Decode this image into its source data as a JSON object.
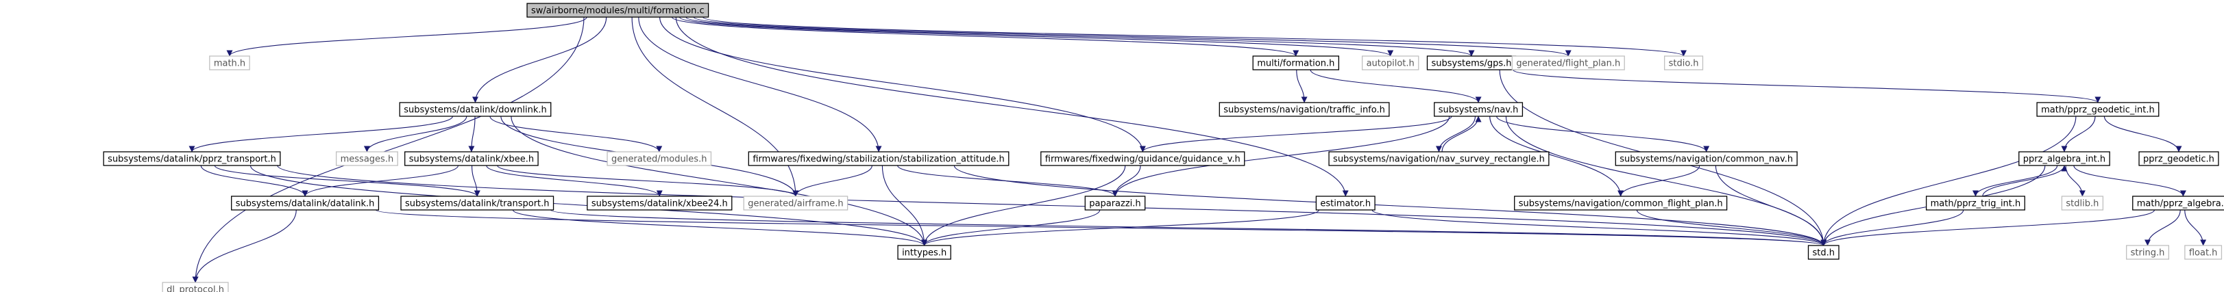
{
  "graph": {
    "root": "sw/airborne/modules/multi/formation.c",
    "colors": {
      "root_fill": "#bfbfbf",
      "node_fill": "#ffffff",
      "documented_border": "#000000",
      "undocumented_border": "#bfbfbf",
      "edge": "#191970",
      "text": "#000000",
      "undocumented_text": "#555555"
    },
    "nodes": [
      {
        "id": "root",
        "label": "sw/airborne/modules/multi/formation.c",
        "kind": "root"
      },
      {
        "id": "math_h",
        "label": "math.h",
        "kind": "undocumented"
      },
      {
        "id": "downlink_h",
        "label": "subsystems/datalink/downlink.h",
        "kind": "documented"
      },
      {
        "id": "dl_protocol_h",
        "label": "dl_protocol.h",
        "kind": "undocumented"
      },
      {
        "id": "stab_att_h",
        "label": "firmwares/fixedwing/stabilization/stabilization_attitude.h",
        "kind": "documented"
      },
      {
        "id": "guidance_v_h",
        "label": "firmwares/fixedwing/guidance/guidance_v.h",
        "kind": "documented"
      },
      {
        "id": "estimator_h",
        "label": "estimator.h",
        "kind": "documented"
      },
      {
        "id": "formation_h",
        "label": "multi/formation.h",
        "kind": "documented"
      },
      {
        "id": "autopilot_h",
        "label": "autopilot.h",
        "kind": "undocumented"
      },
      {
        "id": "gps_h",
        "label": "subsystems/gps.h",
        "kind": "documented"
      },
      {
        "id": "flight_plan_h",
        "label": "generated/flight_plan.h",
        "kind": "undocumented"
      },
      {
        "id": "stdio_h",
        "label": "stdio.h",
        "kind": "undocumented"
      },
      {
        "id": "pprz_transport_h",
        "label": "subsystems/datalink/pprz_transport.h",
        "kind": "documented"
      },
      {
        "id": "messages_h",
        "label": "messages.h",
        "kind": "undocumented"
      },
      {
        "id": "xbee_h",
        "label": "subsystems/datalink/xbee.h",
        "kind": "documented"
      },
      {
        "id": "modules_h",
        "label": "generated/modules.h",
        "kind": "undocumented"
      },
      {
        "id": "traffic_info_h",
        "label": "subsystems/navigation/traffic_info.h",
        "kind": "documented"
      },
      {
        "id": "nav_h",
        "label": "subsystems/nav.h",
        "kind": "documented"
      },
      {
        "id": "nav_survey_h",
        "label": "subsystems/navigation/nav_survey_rectangle.h",
        "kind": "documented"
      },
      {
        "id": "common_nav_h",
        "label": "subsystems/navigation/common_nav.h",
        "kind": "documented"
      },
      {
        "id": "pprz_geodetic_int_h",
        "label": "math/pprz_geodetic_int.h",
        "kind": "documented"
      },
      {
        "id": "pprz_algebra_int_h",
        "label": "pprz_algebra_int.h",
        "kind": "documented"
      },
      {
        "id": "pprz_geodetic_h",
        "label": "pprz_geodetic.h",
        "kind": "documented"
      },
      {
        "id": "datalink_h",
        "label": "subsystems/datalink/datalink.h",
        "kind": "documented"
      },
      {
        "id": "transport_h",
        "label": "subsystems/datalink/transport.h",
        "kind": "documented"
      },
      {
        "id": "xbee24_h",
        "label": "subsystems/datalink/xbee24.h",
        "kind": "documented"
      },
      {
        "id": "airframe_h",
        "label": "generated/airframe.h",
        "kind": "undocumented"
      },
      {
        "id": "paparazzi_h",
        "label": "paparazzi.h",
        "kind": "documented"
      },
      {
        "id": "common_flight_plan_h",
        "label": "subsystems/navigation/common_flight_plan.h",
        "kind": "documented"
      },
      {
        "id": "pprz_trig_int_h",
        "label": "math/pprz_trig_int.h",
        "kind": "documented"
      },
      {
        "id": "stdlib_h",
        "label": "stdlib.h",
        "kind": "undocumented"
      },
      {
        "id": "pprz_algebra_h",
        "label": "math/pprz_algebra.h",
        "kind": "documented"
      },
      {
        "id": "inttypes_h",
        "label": "inttypes.h",
        "kind": "documented"
      },
      {
        "id": "std_h",
        "label": "std.h",
        "kind": "documented"
      },
      {
        "id": "string_h",
        "label": "string.h",
        "kind": "undocumented"
      },
      {
        "id": "float_h",
        "label": "float.h",
        "kind": "undocumented"
      }
    ],
    "edges": [
      [
        "root",
        "math_h"
      ],
      [
        "root",
        "downlink_h"
      ],
      [
        "root",
        "dl_protocol_h"
      ],
      [
        "root",
        "stab_att_h"
      ],
      [
        "root",
        "guidance_v_h"
      ],
      [
        "root",
        "estimator_h"
      ],
      [
        "root",
        "formation_h"
      ],
      [
        "root",
        "autopilot_h"
      ],
      [
        "root",
        "gps_h"
      ],
      [
        "root",
        "flight_plan_h"
      ],
      [
        "root",
        "stdio_h"
      ],
      [
        "root",
        "airframe_h"
      ],
      [
        "downlink_h",
        "pprz_transport_h"
      ],
      [
        "downlink_h",
        "messages_h"
      ],
      [
        "downlink_h",
        "xbee_h"
      ],
      [
        "downlink_h",
        "modules_h"
      ],
      [
        "downlink_h",
        "airframe_h"
      ],
      [
        "downlink_h",
        "inttypes_h"
      ],
      [
        "pprz_transport_h",
        "datalink_h"
      ],
      [
        "pprz_transport_h",
        "transport_h"
      ],
      [
        "pprz_transport_h",
        "inttypes_h"
      ],
      [
        "pprz_transport_h",
        "std_h"
      ],
      [
        "xbee_h",
        "datalink_h"
      ],
      [
        "xbee_h",
        "transport_h"
      ],
      [
        "xbee_h",
        "xbee24_h"
      ],
      [
        "xbee_h",
        "airframe_h"
      ],
      [
        "datalink_h",
        "dl_protocol_h"
      ],
      [
        "datalink_h",
        "std_h"
      ],
      [
        "transport_h",
        "inttypes_h"
      ],
      [
        "transport_h",
        "std_h"
      ],
      [
        "stab_att_h",
        "airframe_h"
      ],
      [
        "stab_att_h",
        "paparazzi_h"
      ],
      [
        "stab_att_h",
        "inttypes_h"
      ],
      [
        "stab_att_h",
        "std_h"
      ],
      [
        "guidance_v_h",
        "paparazzi_h"
      ],
      [
        "guidance_v_h",
        "inttypes_h"
      ],
      [
        "paparazzi_h",
        "inttypes_h"
      ],
      [
        "estimator_h",
        "inttypes_h"
      ],
      [
        "estimator_h",
        "std_h"
      ],
      [
        "formation_h",
        "traffic_info_h"
      ],
      [
        "formation_h",
        "nav_h"
      ],
      [
        "nav_h",
        "guidance_v_h"
      ],
      [
        "nav_h",
        "paparazzi_h"
      ],
      [
        "nav_h",
        "nav_survey_h"
      ],
      [
        "nav_h",
        "common_nav_h"
      ],
      [
        "nav_h",
        "common_flight_plan_h"
      ],
      [
        "nav_h",
        "std_h"
      ],
      [
        "nav_survey_h",
        "nav_h"
      ],
      [
        "common_nav_h",
        "common_flight_plan_h"
      ],
      [
        "common_nav_h",
        "std_h"
      ],
      [
        "common_flight_plan_h",
        "std_h"
      ],
      [
        "gps_h",
        "pprz_geodetic_int_h"
      ],
      [
        "gps_h",
        "std_h"
      ],
      [
        "pprz_geodetic_int_h",
        "pprz_algebra_int_h"
      ],
      [
        "pprz_geodetic_int_h",
        "pprz_geodetic_h"
      ],
      [
        "pprz_geodetic_int_h",
        "std_h"
      ],
      [
        "pprz_algebra_int_h",
        "pprz_trig_int_h"
      ],
      [
        "pprz_algebra_int_h",
        "stdlib_h"
      ],
      [
        "pprz_algebra_int_h",
        "pprz_algebra_h"
      ],
      [
        "pprz_algebra_int_h",
        "std_h"
      ],
      [
        "pprz_trig_int_h",
        "pprz_algebra_int_h"
      ],
      [
        "pprz_trig_int_h",
        "std_h"
      ],
      [
        "pprz_algebra_h",
        "std_h"
      ],
      [
        "pprz_algebra_h",
        "string_h"
      ],
      [
        "pprz_algebra_h",
        "float_h"
      ]
    ]
  }
}
